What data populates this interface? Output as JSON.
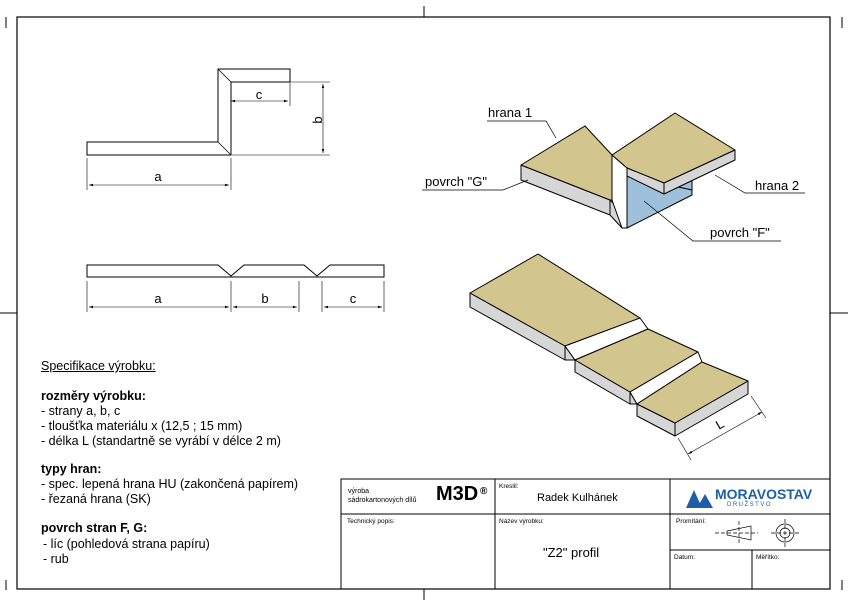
{
  "drawing": {
    "dim_a": "a",
    "dim_b": "b",
    "dim_c": "c",
    "dim_L": "L",
    "label_hrana1": "hrana 1",
    "label_hrana2": "hrana 2",
    "label_povrch_g": "povrch \"G\"",
    "label_povrch_f": "povrch \"F\""
  },
  "spec": {
    "title": "Specifikace výrobku:",
    "sections": [
      {
        "heading": "rozměry výrobku:",
        "items": [
          "- strany a, b, c",
          "- tloušťka materiálu x (12,5 ; 15 mm)",
          "- délka L (standartně se vyrábí v délce 2 m)"
        ]
      },
      {
        "heading": "typy hran:",
        "items": [
          "- spec. lepená hrana HU (zakončená papírem)",
          "- řezaná hrana (SK)"
        ]
      },
      {
        "heading": "povrch stran F, G:",
        "items": [
          "- líc (pohledová strana papíru)",
          "- rub"
        ]
      }
    ]
  },
  "title_block": {
    "line1": "výroba",
    "line2": "sádrokartonových dílů",
    "brand": "M3D",
    "brand_mark": "®",
    "drawn_by_label": "Kreslil:",
    "drawn_by": "Radek Kulhánek",
    "company": "MORAVOSTAV",
    "company_sub": "DRUŽSTVO",
    "tech_desc_label": "Technický popis:",
    "product_name_label": "Název výrobku:",
    "product_name": "\"Z2\" profil",
    "projection_label": "Promítání:",
    "date_label": "Datum:",
    "scale_label": "Měřítko:"
  },
  "colors": {
    "face_top": "#d2c58e",
    "face_side": "#d6d6d6",
    "face_blue": "#9ec0db",
    "brand_blue": "#1f5fa8"
  }
}
